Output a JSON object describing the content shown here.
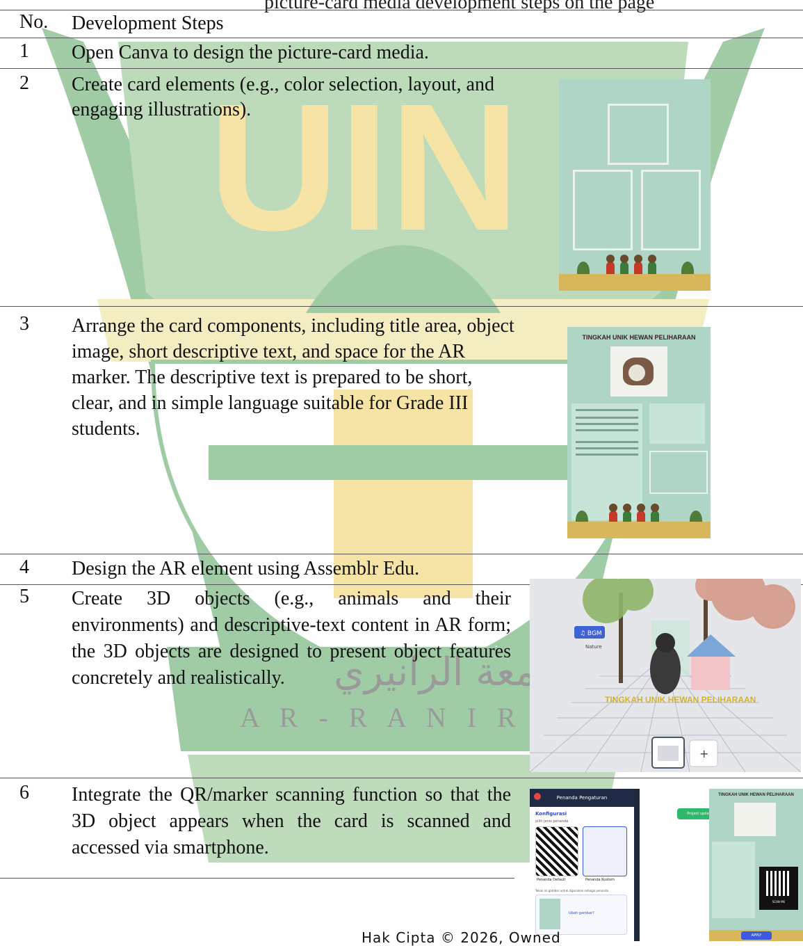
{
  "caption": "picture-card media development steps on the page",
  "table": {
    "header": {
      "no": "No.",
      "step": "Development Steps"
    },
    "rows": [
      {
        "no": "1",
        "text": "Open Canva to design the picture-card media."
      },
      {
        "no": "2",
        "text": "Create card elements (e.g., color selection, layout, and engaging illustrations)."
      },
      {
        "no": "3",
        "text": "Arrange the card components, including title area, object image, short descriptive text, and space for the AR marker. The descriptive text is prepared to be short, clear, and in simple language suitable for Grade III students."
      },
      {
        "no": "4",
        "text": "Design the AR element using Assemblr Edu."
      },
      {
        "no": "5",
        "text": "Create 3D objects (e.g., animals and their environments) and descriptive-text content in AR form; the 3D objects are designed to present object features concretely and realistically."
      },
      {
        "no": "6",
        "text": "Integrate the QR/marker scanning function so that the 3D object appears when the card is scanned and accessed via smartphone."
      }
    ]
  },
  "thumbnails": {
    "card_title": "TINGKAH UNIK HEWAN PELIHARAAN",
    "ar_scene_title": "TINGKAH UNIK HEWAN PELIHARAAN",
    "ar_pill": "♫ BGM",
    "ar_sub": "Nature",
    "ar_add": "+",
    "marker_panel_title": "Penanda Pengaturan",
    "marker_section": "Konfigurasi",
    "marker_label": "pilih jenis penanda",
    "marker_default": "Penanda Default",
    "marker_custom": "Penanda Kustom",
    "marker_upload_hint": "Tekan ini gambar untuk digunakan sebagai penanda",
    "marker_change": "Ubah gambar?",
    "marker_toast": "Project updated!",
    "marker_scan": "SCAN ME",
    "marker_apply": "APPLY"
  },
  "watermark": {
    "letters": "UIN",
    "arabic": "جامعة الرانيري",
    "latin": "A R - R A N I R Y"
  },
  "footer": "Hak Cipta © 2026, Owned"
}
